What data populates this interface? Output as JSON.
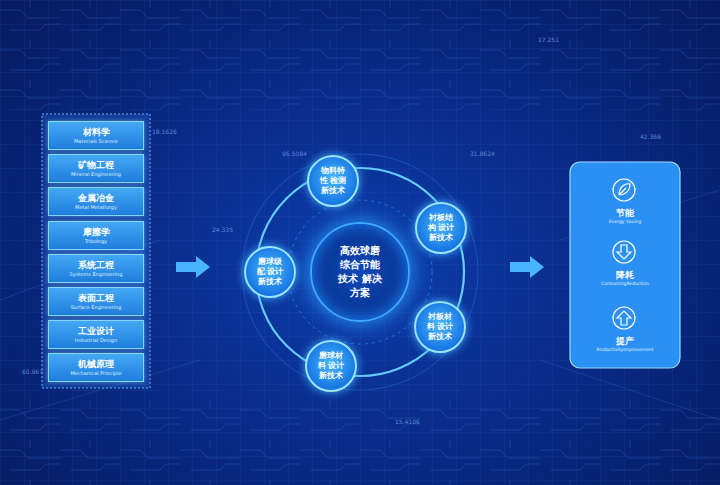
{
  "diagram": {
    "nodes": [
      {
        "text": [
          "材料学",
          "Materials Science"
        ]
      },
      {
        "text": [
          "矿物工程",
          "Mineral Engineering"
        ]
      },
      {
        "text": [
          "金属冶金",
          "Metal Metallurgy"
        ]
      },
      {
        "text": [
          "摩擦学",
          "Tribology"
        ]
      },
      {
        "text": [
          "系统工程",
          "Systems Engineering"
        ]
      },
      {
        "text": [
          "表面工程",
          "Surface Engineering"
        ]
      },
      {
        "text": [
          "工业设计",
          "Industrial Design"
        ]
      },
      {
        "text": [
          "机械原理",
          "Mechanical Principle"
        ]
      },
      {
        "text": [
          "高效球磨 综合节能技术 解决方案"
        ]
      },
      {
        "text": [
          "物料特性 检测新技术"
        ]
      },
      {
        "text": [
          "衬板结构 设计新技术"
        ]
      },
      {
        "text": [
          "衬板材料 设计新技术"
        ]
      },
      {
        "text": [
          "磨球材料 设计新技术"
        ]
      },
      {
        "text": [
          "磨球级配 设计新技术"
        ]
      },
      {
        "text": [
          "节能",
          "Energy Saving"
        ]
      },
      {
        "text": [
          "降耗",
          "ConsumingReduction"
        ]
      },
      {
        "text": [
          "提产",
          "ProductivityImprovement"
        ]
      }
    ],
    "labels": [
      "17.251",
      "42.366",
      "18.1626",
      "96.5084",
      "24.335",
      "60.967",
      "31.8624",
      "15.4106"
    ]
  }
}
